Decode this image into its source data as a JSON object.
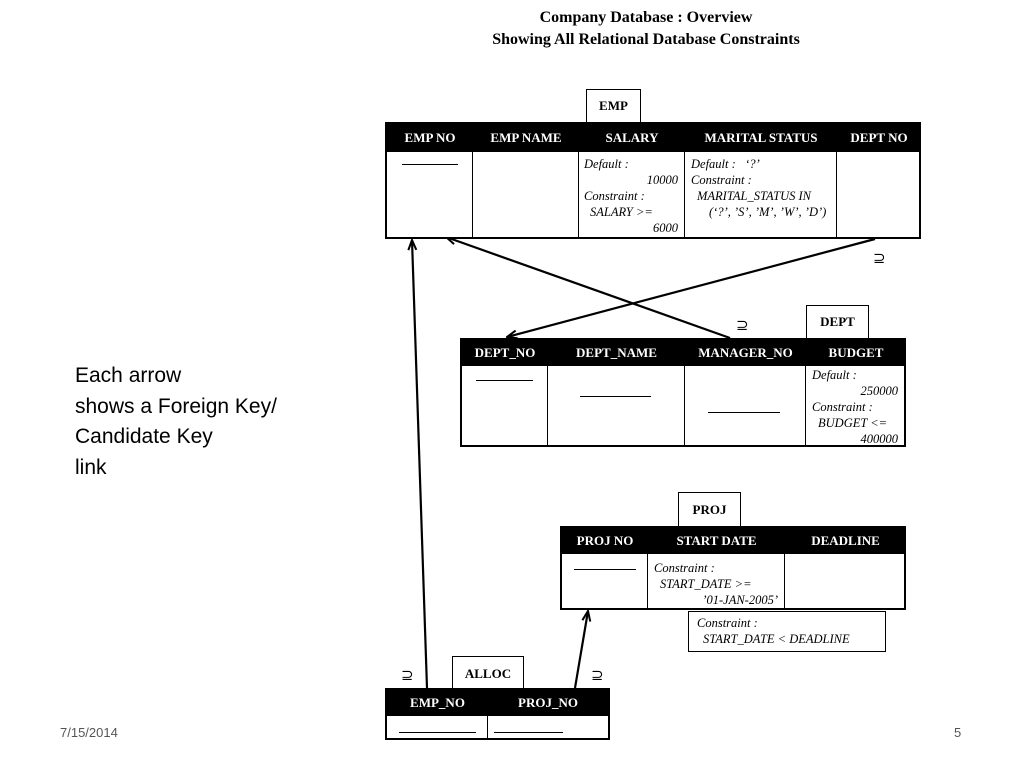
{
  "title": {
    "line1": "Company Database : Overview",
    "line2": "Showing All Relational Database Constraints"
  },
  "side_text": {
    "lines": [
      "Each arrow",
      "shows a Foreign Key/",
      "Candidate Key",
      "link"
    ]
  },
  "subset_symbol": "⊇",
  "emp": {
    "name": "EMP",
    "columns": [
      "EMP NO",
      "EMP NAME",
      "SALARY",
      "MARITAL STATUS",
      "DEPT NO"
    ],
    "salary": {
      "default_label": "Default :",
      "default_value": "10000",
      "constraint_label": "Constraint :",
      "constraint_line1": "SALARY >=",
      "constraint_line2": "6000"
    },
    "marital": {
      "default_label": "Default :",
      "default_value": "‘?’",
      "constraint_label": "Constraint :",
      "constraint_line1": "MARITAL_STATUS IN",
      "constraint_line2": "(‘?’, ’S’, ’M’, ’W’, ’D’)"
    }
  },
  "dept": {
    "name": "DEPT",
    "columns": [
      "DEPT_NO",
      "DEPT_NAME",
      "MANAGER_NO",
      "BUDGET"
    ],
    "budget": {
      "default_label": "Default :",
      "default_value": "250000",
      "constraint_label": "Constraint :",
      "constraint_line1": "BUDGET <=",
      "constraint_line2": "400000"
    }
  },
  "proj": {
    "name": "PROJ",
    "columns": [
      "PROJ NO",
      "START DATE",
      "DEADLINE"
    ],
    "start_date": {
      "constraint_label": "Constraint :",
      "constraint_line1": "START_DATE >=",
      "constraint_line2": "’01-JAN-2005’"
    },
    "table_constraint": {
      "label": "Constraint :",
      "text": "START_DATE < DEADLINE"
    }
  },
  "alloc": {
    "name": "ALLOC",
    "columns": [
      "EMP_NO",
      "PROJ_NO"
    ]
  },
  "footer": {
    "date": "7/15/2014",
    "page": "5"
  }
}
